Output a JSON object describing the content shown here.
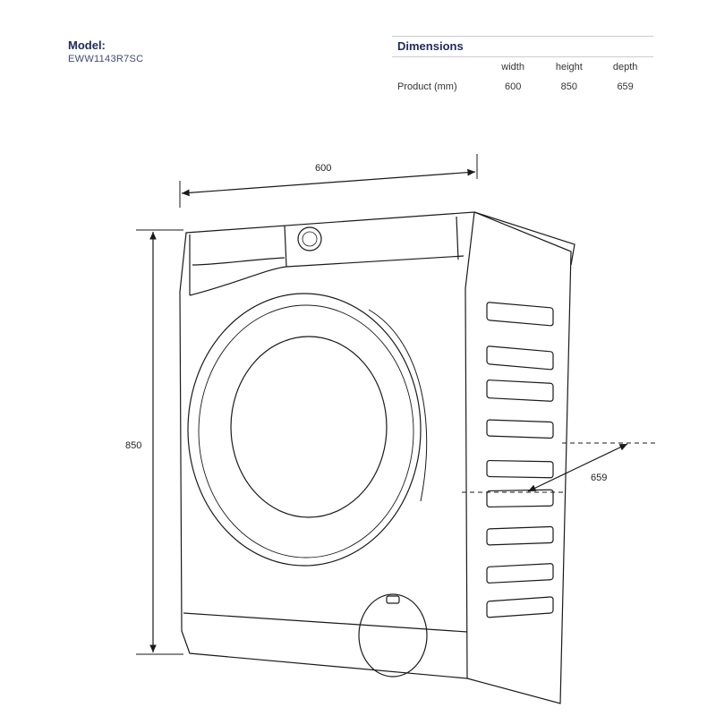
{
  "model": {
    "label": "Model:",
    "value": "EWW1143R7SC"
  },
  "dimensions": {
    "title": "Dimensions",
    "columns": [
      "width",
      "height",
      "depth"
    ],
    "rows": [
      {
        "label": "Product (mm)",
        "values": [
          "600",
          "850",
          "659"
        ]
      }
    ]
  },
  "drawing": {
    "width_label": "600",
    "height_label": "850",
    "depth_label": "659"
  },
  "colors": {
    "heading": "#1f2b5c",
    "line": "#1a1a1a"
  }
}
